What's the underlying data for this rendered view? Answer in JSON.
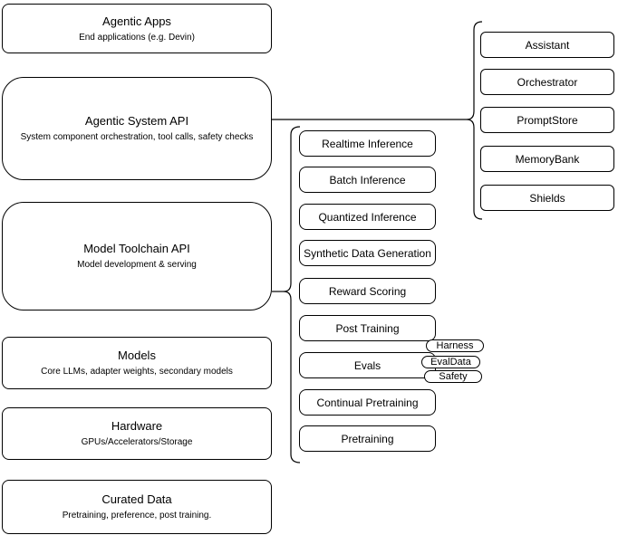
{
  "diagram": {
    "colors": {
      "background": "#ffffff",
      "stroke": "#000000",
      "text": "#000000"
    },
    "layers": [
      {
        "title": "Agentic Apps",
        "subtitle": "End applications (e.g. Devin)"
      },
      {
        "title": "Agentic System API",
        "subtitle": "System component orchestration, tool calls, safety checks"
      },
      {
        "title": "Model Toolchain API",
        "subtitle": "Model development & serving"
      },
      {
        "title": "Models",
        "subtitle": "Core LLMs, adapter weights, secondary models"
      },
      {
        "title": "Hardware",
        "subtitle": "GPUs/Accelerators/Storage"
      },
      {
        "title": "Curated Data",
        "subtitle": "Pretraining, preference, post training."
      }
    ],
    "toolchain_items": [
      "Realtime Inference",
      "Batch Inference",
      "Quantized Inference",
      "Synthetic Data Generation",
      "Reward Scoring",
      "Post Training",
      "Evals",
      "Continual Pretraining",
      "Pretraining"
    ],
    "eval_tags": [
      "Harness",
      "EvalData",
      "Safety"
    ],
    "system_components": [
      "Assistant",
      "Orchestrator",
      "PromptStore",
      "MemoryBank",
      "Shields"
    ]
  }
}
